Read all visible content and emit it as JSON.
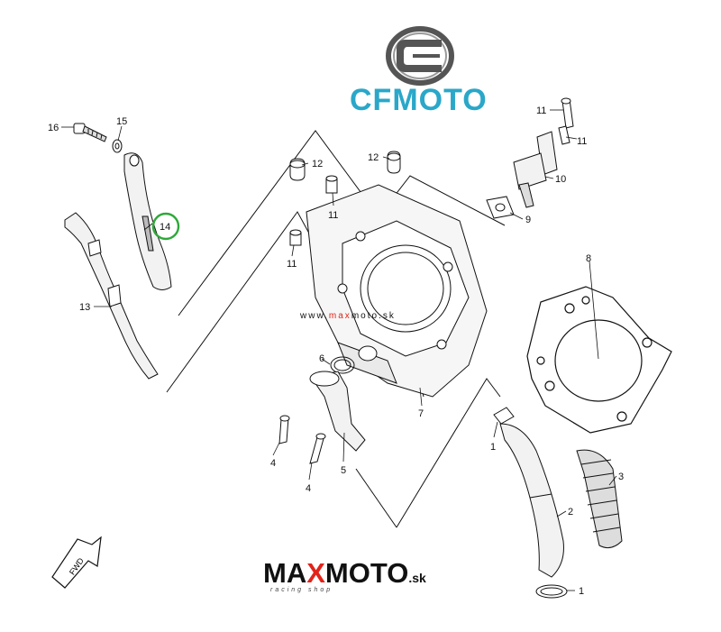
{
  "brand": {
    "name": "CFMOTO",
    "website": "www.maxmoto.sk",
    "website_prefix": "www.",
    "website_highlight": "max",
    "website_suffix": "moto.sk",
    "shop_logo_a": "MA",
    "shop_logo_x": "X",
    "shop_logo_b": "MOTO",
    "shop_logo_tld": ".sk",
    "shop_tagline": "racing shop"
  },
  "colors": {
    "cfmoto_blue": "#2aa7c9",
    "highlight_green": "#2fa83a",
    "maxmoto_red": "#e2231a",
    "line": "#111111"
  },
  "callouts": {
    "c16": "16",
    "c15": "15",
    "c14": "14",
    "c13": "13",
    "c12a": "12",
    "c12b": "12",
    "c11a": "11",
    "c11b": "11",
    "c11c": "11",
    "c11d": "11",
    "c10": "10",
    "c9": "9",
    "c8": "8",
    "c7": "7",
    "c6": "6",
    "c5": "5",
    "c4a": "4",
    "c4b": "4",
    "c3": "3",
    "c2": "2",
    "c1a": "1",
    "c1b": "1"
  },
  "highlighted_part": "14",
  "icons": {
    "forward": "fwd-arrow-icon",
    "brand_emblem": "cfmoto-emblem-icon"
  },
  "fwd_label": "FWD"
}
